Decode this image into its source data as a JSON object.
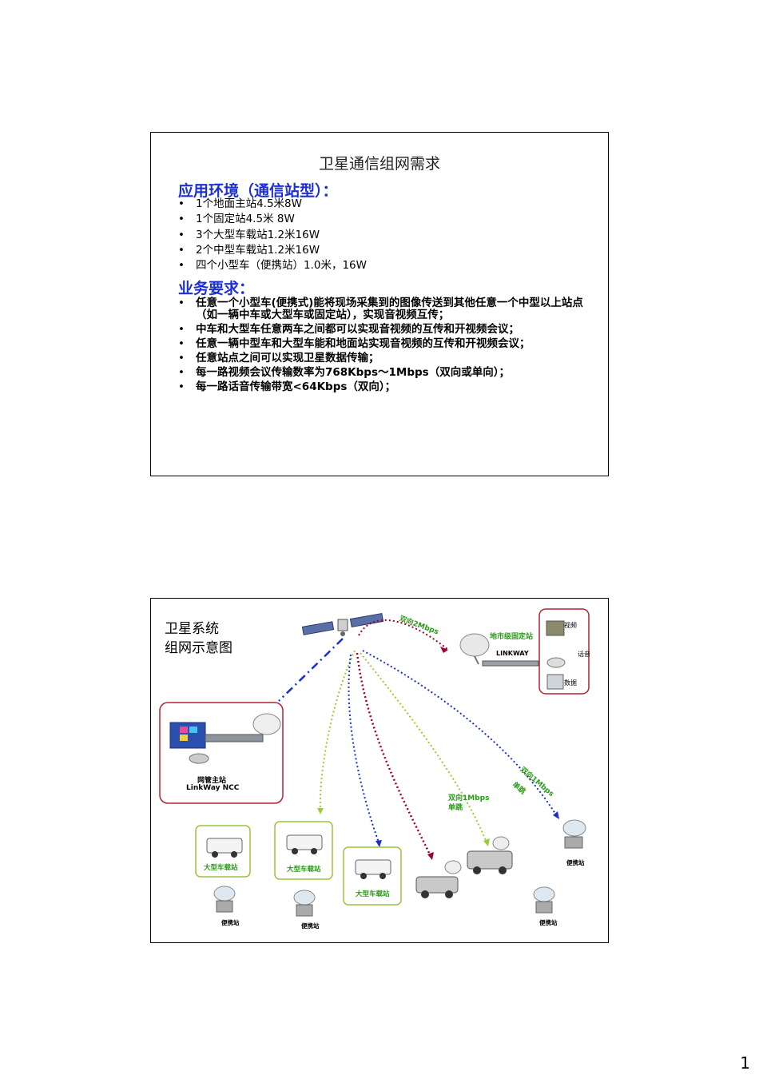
{
  "slide1": {
    "title": "卫星通信组网需求",
    "env_heading": "应用环境（通信站型）：",
    "env_items": [
      "1个地面主站4.5米8W",
      "1个固定站4.5米 8W",
      "3个大型车载站1.2米16W",
      "2个中型车载站1.2米16W",
      "四个小型车（便携站）1.0米，16W"
    ],
    "biz_heading": "业务要求：",
    "biz_items": [
      "任意一个小型车(便携式)能将现场采集到的图像传送到其他任意一个中型以上站点（如一辆中车或大型车或固定站），实现音视频互传；",
      "中车和大型车任意两车之间都可以实现音视频的互传和开视频会议；",
      "任意一辆中型车和大型车能和地面站实现音视频的互传和开视频会议；",
      "任意站点之间可以实现卫星数据传输；",
      "每一路视频会议传输数率为768Kbps～1Mbps（双向或单向）；",
      "每一路话音传输带宽<64Kbps（双向）；"
    ]
  },
  "slide2": {
    "title_line1": "卫星系统",
    "title_line2": "组网示意图",
    "link_top": "双向2Mbps",
    "fixed_station": "地市级固定站",
    "linkway": "LINKWAY",
    "device_video": "视频",
    "device_voice": "话音",
    "device_data": "数据",
    "ncc_line1": "网管主站",
    "ncc_line2": "LinkWay NCC",
    "link_mid_1": "双向1Mbps",
    "link_mid_2": "单跳",
    "link_right_1": "双向1Mbps",
    "link_right_2": "单跳",
    "large_vehicle_1": "大型车载站",
    "large_vehicle_2": "大型车载站",
    "large_vehicle_3": "大型车载站",
    "portable_1": "便携站",
    "portable_2": "便携站",
    "portable_3": "便携站",
    "portable_4": "便携站",
    "colors": {
      "green_link": "#9acd32",
      "blue_link": "#1b2fcf",
      "red_link": "#a0002a",
      "box_red": "#b22234",
      "box_green": "#9bc23a"
    }
  },
  "page_number": "1"
}
